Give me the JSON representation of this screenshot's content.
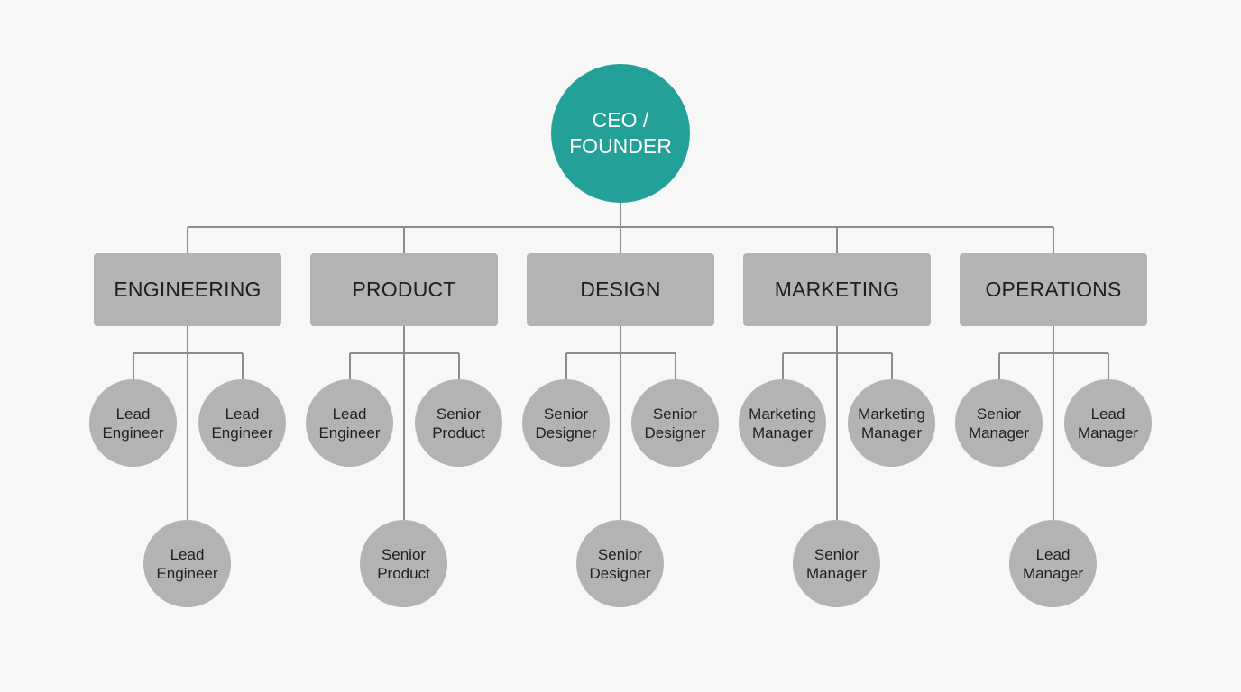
{
  "colors": {
    "root": "#23a198",
    "department": "#b3b3b3",
    "role": "#b3b3b3"
  },
  "root": {
    "line1": "CEO /",
    "line2": "FOUNDER"
  },
  "departments": [
    {
      "name": "ENGINEERING",
      "roles": [
        {
          "line1": "Lead",
          "line2": "Engineer"
        },
        {
          "line1": "Lead",
          "line2": "Engineer"
        },
        {
          "line1": "Lead",
          "line2": "Engineer"
        }
      ]
    },
    {
      "name": "PRODUCT",
      "roles": [
        {
          "line1": "Lead",
          "line2": "Engineer"
        },
        {
          "line1": "Senior",
          "line2": "Product"
        },
        {
          "line1": "Senior",
          "line2": "Product"
        }
      ]
    },
    {
      "name": "DESIGN",
      "roles": [
        {
          "line1": "Senior",
          "line2": "Designer"
        },
        {
          "line1": "Senior",
          "line2": "Designer"
        },
        {
          "line1": "Senior",
          "line2": "Designer"
        }
      ]
    },
    {
      "name": "MARKETING",
      "roles": [
        {
          "line1": "Marketing",
          "line2": "Manager"
        },
        {
          "line1": "Marketing",
          "line2": "Manager"
        },
        {
          "line1": "Senior",
          "line2": "Manager"
        }
      ]
    },
    {
      "name": "OPERATIONS",
      "roles": [
        {
          "line1": "Senior",
          "line2": "Manager"
        },
        {
          "line1": "Lead",
          "line2": "Manager"
        },
        {
          "line1": "Lead",
          "line2": "Manager"
        }
      ]
    }
  ]
}
